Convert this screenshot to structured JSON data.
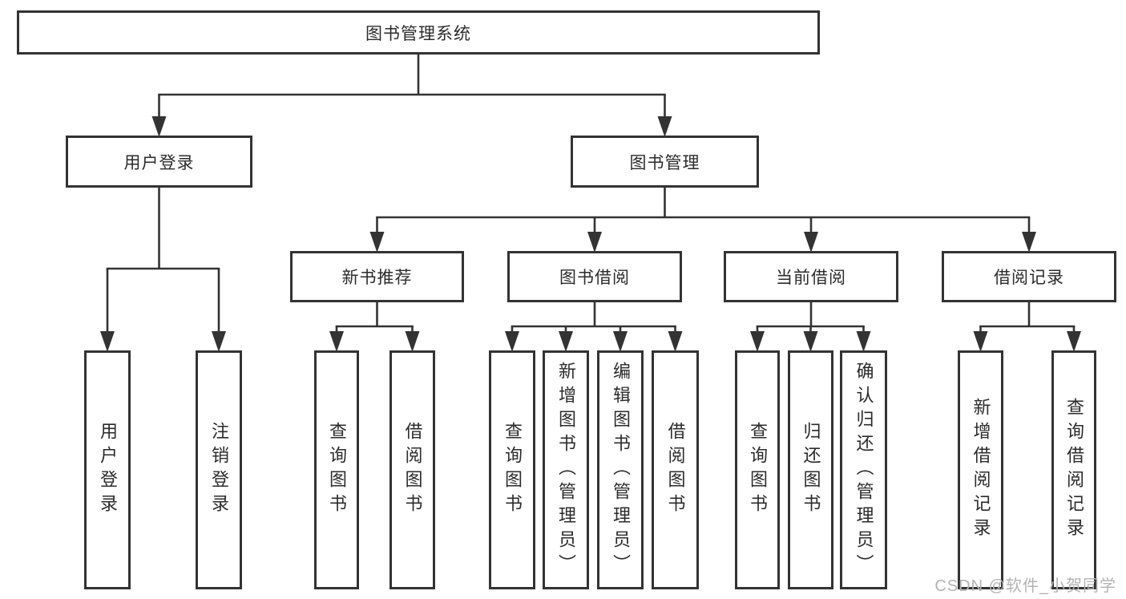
{
  "diagram": {
    "title": "图书管理系统",
    "colors": {
      "line": "#333333",
      "box_border": "#333333",
      "text": "#2b2b2b",
      "watermark": "#b3b3b3",
      "background": "#ffffff"
    },
    "nodes": [
      {
        "id": "root",
        "label": "图书管理系统",
        "kind": "h"
      },
      {
        "id": "user-login",
        "label": "用户登录",
        "kind": "h"
      },
      {
        "id": "book-mgmt",
        "label": "图书管理",
        "kind": "h"
      },
      {
        "id": "new-book",
        "label": "新书推荐",
        "kind": "h"
      },
      {
        "id": "book-borrow",
        "label": "图书借阅",
        "kind": "h"
      },
      {
        "id": "current-borrow",
        "label": "当前借阅",
        "kind": "h"
      },
      {
        "id": "borrow-record",
        "label": "借阅记录",
        "kind": "h"
      },
      {
        "id": "leaf-user-login",
        "label": "用户登录",
        "kind": "v"
      },
      {
        "id": "leaf-logout",
        "label": "注销登录",
        "kind": "v"
      },
      {
        "id": "leaf-nb-query",
        "label": "查询图书",
        "kind": "v"
      },
      {
        "id": "leaf-nb-borrow",
        "label": "借阅图书",
        "kind": "v"
      },
      {
        "id": "leaf-bb-query",
        "label": "查询图书",
        "kind": "v"
      },
      {
        "id": "leaf-bb-add",
        "label": "新增图书（管理员）",
        "kind": "v"
      },
      {
        "id": "leaf-bb-edit",
        "label": "编辑图书（管理员）",
        "kind": "v"
      },
      {
        "id": "leaf-bb-borrow",
        "label": "借阅图书",
        "kind": "v"
      },
      {
        "id": "leaf-cb-query",
        "label": "查询图书",
        "kind": "v"
      },
      {
        "id": "leaf-cb-return",
        "label": "归还图书",
        "kind": "v"
      },
      {
        "id": "leaf-cb-confirm",
        "label": "确认归还（管理员）",
        "kind": "v"
      },
      {
        "id": "leaf-br-add",
        "label": "新增借阅记录",
        "kind": "v"
      },
      {
        "id": "leaf-br-query",
        "label": "查询借阅记录",
        "kind": "v"
      }
    ],
    "edges": [
      {
        "from": "root",
        "to": [
          "user-login",
          "book-mgmt"
        ]
      },
      {
        "from": "user-login",
        "to": [
          "leaf-user-login",
          "leaf-logout"
        ]
      },
      {
        "from": "book-mgmt",
        "to": [
          "new-book",
          "book-borrow",
          "current-borrow",
          "borrow-record"
        ]
      },
      {
        "from": "new-book",
        "to": [
          "leaf-nb-query",
          "leaf-nb-borrow"
        ]
      },
      {
        "from": "book-borrow",
        "to": [
          "leaf-bb-query",
          "leaf-bb-add",
          "leaf-bb-edit",
          "leaf-bb-borrow"
        ]
      },
      {
        "from": "current-borrow",
        "to": [
          "leaf-cb-query",
          "leaf-cb-return",
          "leaf-cb-confirm"
        ]
      },
      {
        "from": "borrow-record",
        "to": [
          "leaf-br-add",
          "leaf-br-query"
        ]
      }
    ]
  },
  "watermark": {
    "text": "CSDN @软件_小贺同学"
  }
}
